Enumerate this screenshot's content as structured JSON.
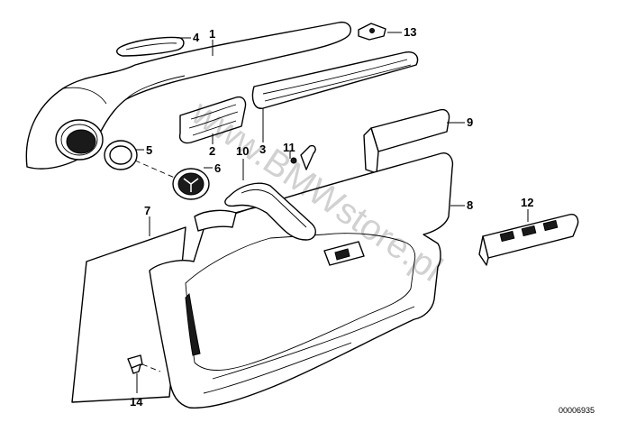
{
  "diagram": {
    "part_numbers": [
      "1",
      "2",
      "3",
      "4",
      "5",
      "6",
      "7",
      "8",
      "9",
      "10",
      "11",
      "12",
      "13",
      "14"
    ],
    "reference_code": "00006935",
    "watermark": "www.BMWstore.pl"
  }
}
